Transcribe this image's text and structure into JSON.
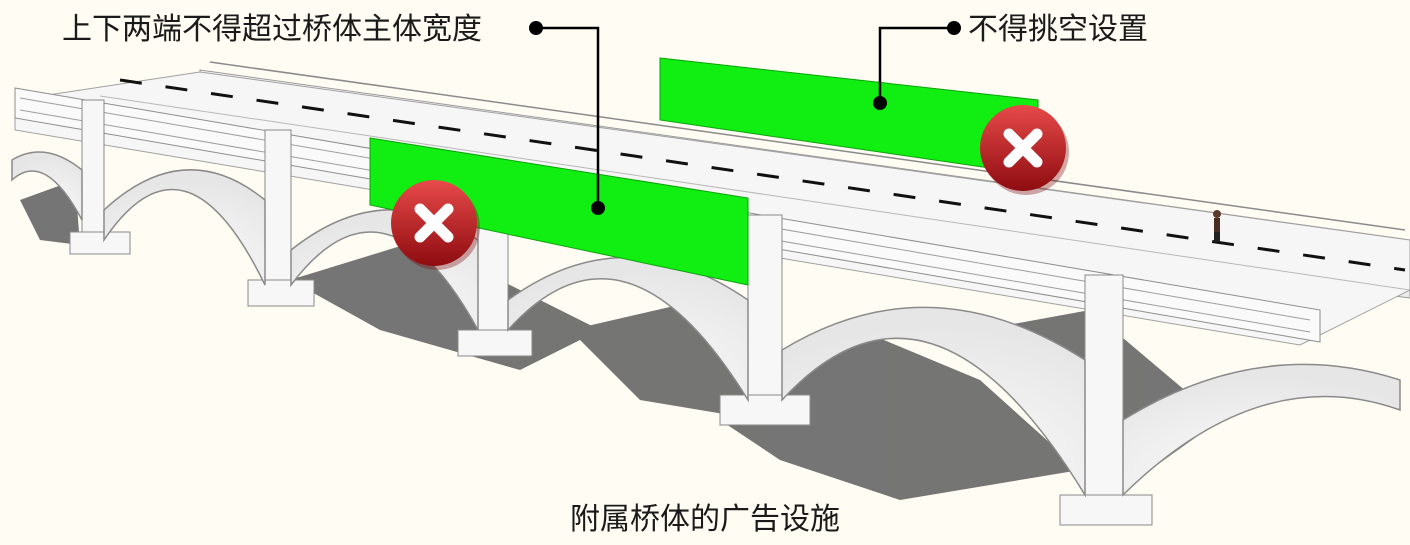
{
  "annotations": {
    "left_callout": "上下两端不得超过桥体主体宽度",
    "right_callout": "不得挑空设置"
  },
  "caption": "附属桥体的广告设施",
  "markers": {
    "prohibited_icon": "x-cross-icon",
    "billboard_color": "#11ee11",
    "prohibited_color": "#c8161d"
  }
}
